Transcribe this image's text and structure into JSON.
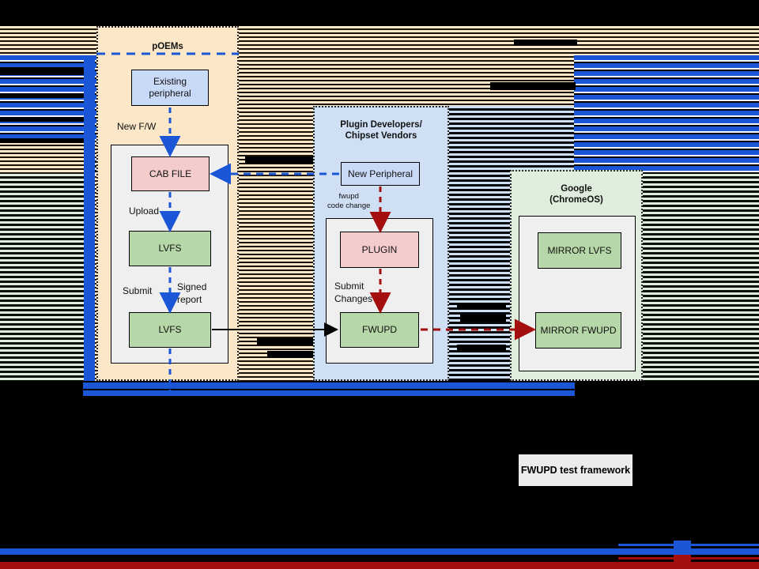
{
  "diagram": {
    "groups": [
      {
        "name": "poems",
        "title": "pOEMs"
      },
      {
        "name": "plugin-devs",
        "title": "Plugin Developers/\nChipset Vendors"
      },
      {
        "name": "google",
        "title": "Google\n(ChromeOS)"
      }
    ],
    "nodes": {
      "existing_peripheral": "Existing\nperipheral",
      "cab_file": "CAB FILE",
      "lvfs_upper": "LVFS",
      "lvfs_lower": "LVFS",
      "new_peripheral": "New Peripheral",
      "plugin": "PLUGIN",
      "fwupd": "FWUPD",
      "mirror_lvfs": "MIRROR LVFS",
      "mirror_fwupd": "MIRROR FWUPD"
    },
    "edge_labels": {
      "new_fw": "New F/W",
      "upload": "Upload",
      "submit": "Submit",
      "signed_report": "Signed\nreport",
      "fwupd_code_change": "fwupd\ncode change",
      "submit_changes": "Submit\nChanges"
    },
    "legend": {
      "framework_label": "FWUPD test framework"
    },
    "colors": {
      "blue_fill": "#c9daf8",
      "pink_fill": "#f4cccc",
      "green_fill": "#b6d7a8",
      "poems_bg": "#fce8c8",
      "plugin_bg": "#cfe0f5",
      "google_bg": "#dfeedc",
      "panel_bg": "#efefef",
      "blue_arrow": "#1a56d6",
      "red_arrow": "#a50e0e",
      "black_arrow": "#000000"
    }
  }
}
